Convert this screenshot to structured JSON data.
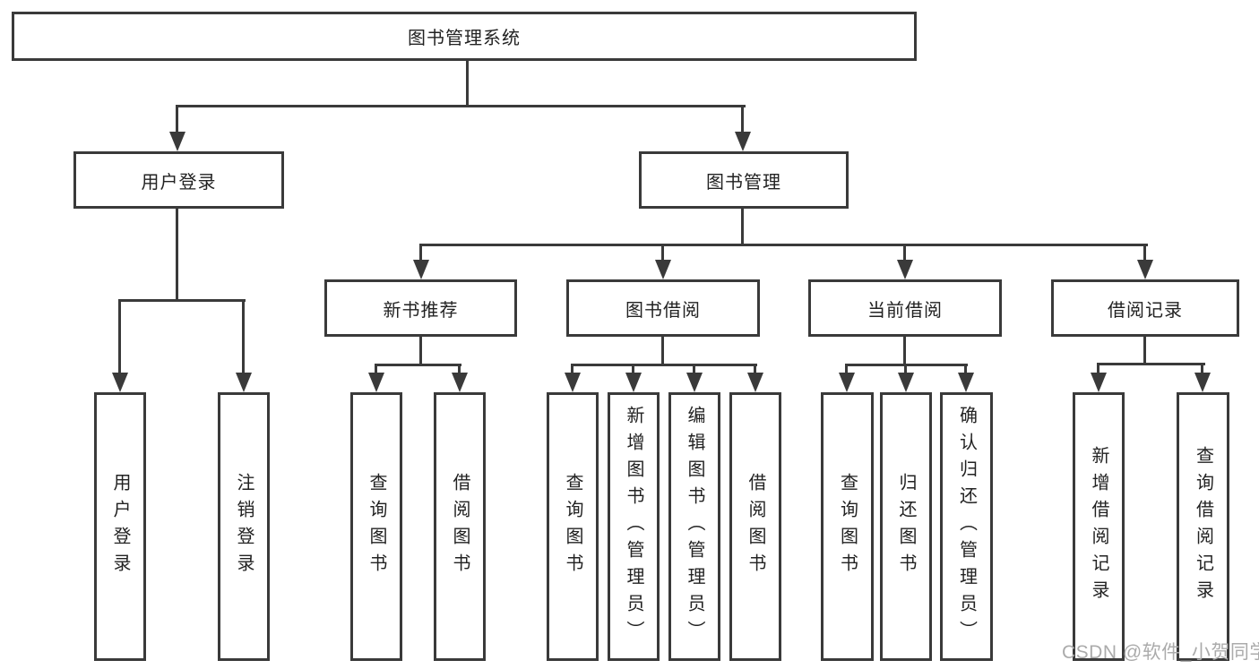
{
  "colors": {
    "line": "#3a3a3a",
    "text": "#222222",
    "watermark": "#ababab",
    "background": "#ffffff"
  },
  "watermark": {
    "text": "CSDN @软件_小贺同学"
  },
  "tree": {
    "root": {
      "label": "图书管理系统",
      "children": [
        {
          "label": "用户登录",
          "children": [
            {
              "label": "用户登录"
            },
            {
              "label": "注销登录"
            }
          ]
        },
        {
          "label": "图书管理",
          "children": [
            {
              "label": "新书推荐",
              "children": [
                {
                  "label": "查询图书"
                },
                {
                  "label": "借阅图书"
                }
              ]
            },
            {
              "label": "图书借阅",
              "children": [
                {
                  "label": "查询图书"
                },
                {
                  "label": "新增图书（管理员）"
                },
                {
                  "label": "编辑图书（管理员）"
                },
                {
                  "label": "借阅图书"
                }
              ]
            },
            {
              "label": "当前借阅",
              "children": [
                {
                  "label": "查询图书"
                },
                {
                  "label": "归还图书"
                },
                {
                  "label": "确认归还（管理员）"
                }
              ]
            },
            {
              "label": "借阅记录",
              "children": [
                {
                  "label": "新增借阅记录"
                },
                {
                  "label": "查询借阅记录"
                }
              ]
            }
          ]
        }
      ]
    }
  }
}
